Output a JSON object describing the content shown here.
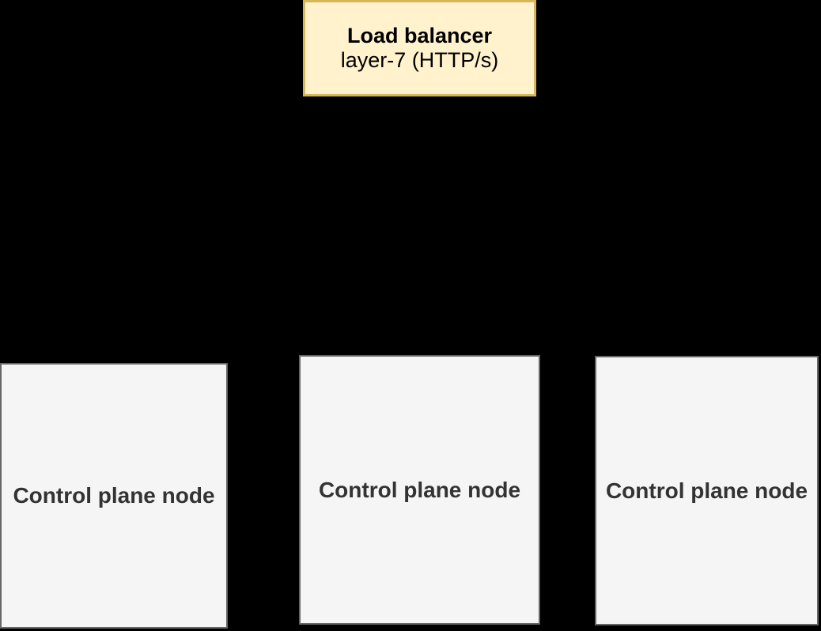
{
  "canvas": {
    "background_color": "#000000"
  },
  "load_balancer": {
    "title": "Load balancer",
    "subtitle": "layer-7 (HTTP/s)",
    "fill_color": "#FFF2CC",
    "border_color": "#D6B656",
    "text_color": "#000000"
  },
  "control_plane_nodes": [
    {
      "label": "Control plane node"
    },
    {
      "label": "Control plane node"
    },
    {
      "label": "Control plane node"
    }
  ],
  "node_style": {
    "fill_color": "#F5F5F5",
    "border_color": "#666666",
    "text_color": "#333333"
  }
}
